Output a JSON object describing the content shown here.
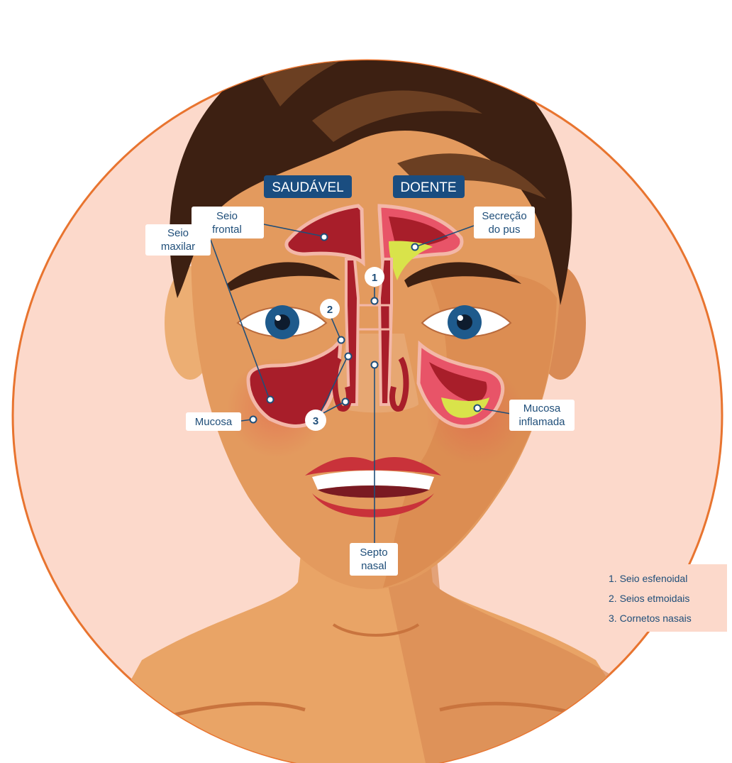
{
  "colors": {
    "circle_bg": "#fcd9cb",
    "circle_ring": "#e8742f",
    "skin": "#e39a5e",
    "skin_dark": "#d27f48",
    "hair": "#3d2012",
    "hair_highlight": "#6b3f22",
    "sinus_healthy": "#a81e2a",
    "sinus_inflamed": "#e85468",
    "pus": "#d9e34a",
    "label_blue": "#1f4e79",
    "header_bg": "#1a4d80"
  },
  "headers": {
    "healthy": "SAUDÁVEL",
    "diseased": "DOENTE"
  },
  "labels": {
    "frontal_sinus": [
      "Seio",
      "frontal"
    ],
    "pus": [
      "Secreção",
      "do pus"
    ],
    "maxillary_sinus": [
      "Seio",
      "maxilar"
    ],
    "mucosa": [
      "Mucosa"
    ],
    "inflamed_mucosa": [
      "Mucosa",
      "inflamada"
    ],
    "septum": [
      "Septo",
      "nasal"
    ]
  },
  "markers": [
    "1",
    "2",
    "3"
  ],
  "legend": [
    "1. Seio esfenoidal",
    "2. Seios etmoidais",
    "3. Cornetos nasais"
  ]
}
